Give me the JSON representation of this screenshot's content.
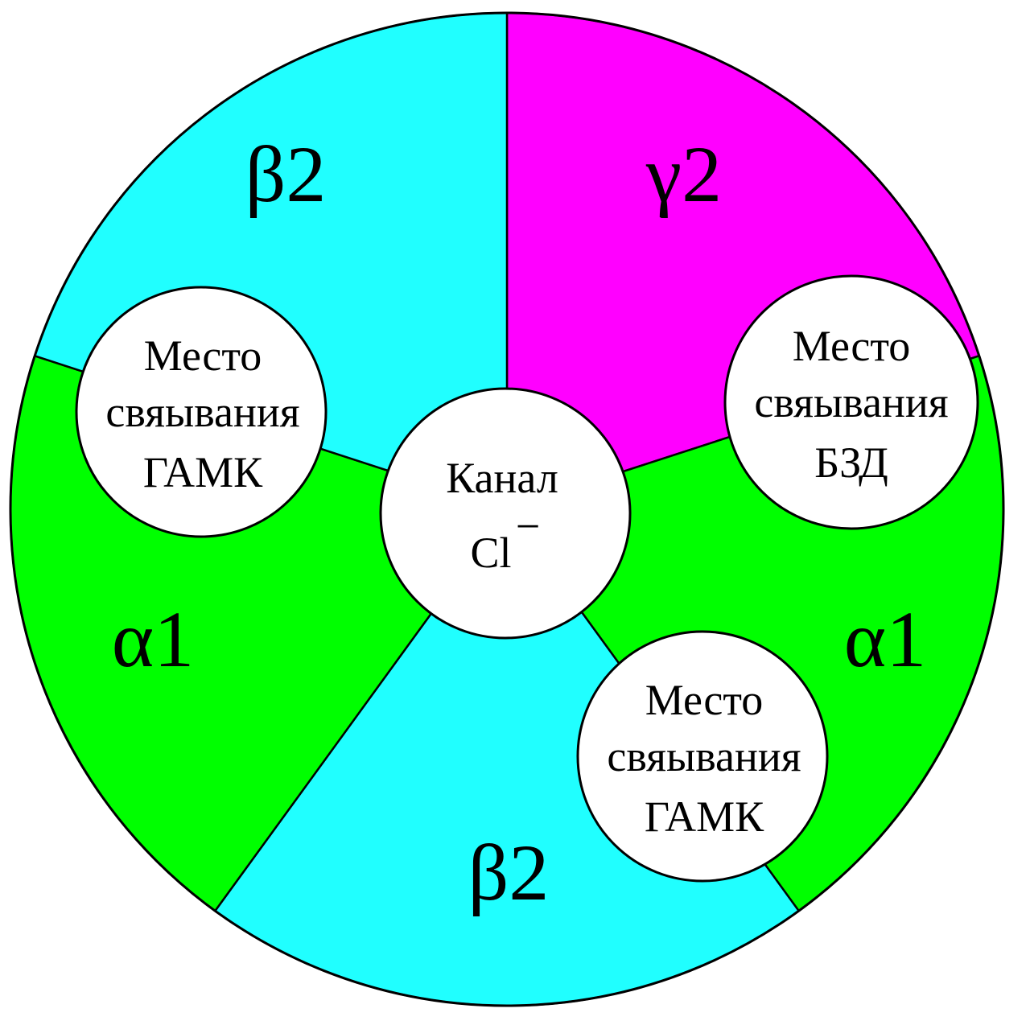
{
  "segments": [
    {
      "label": "γ2",
      "color": "#FF00FF"
    },
    {
      "label": "α1",
      "color": "#00FF00"
    },
    {
      "label": "β2",
      "color": "#20FFFF"
    },
    {
      "label": "α1",
      "color": "#00FF00"
    },
    {
      "label": "β2",
      "color": "#20FFFF"
    }
  ],
  "center": {
    "line1": "Канал",
    "line2": "Cl",
    "superscript": "−"
  },
  "sites": [
    {
      "line1": "Место",
      "line2": "свяывания",
      "line3": "ГАМК"
    },
    {
      "line1": "Место",
      "line2": "свяывания",
      "line3": "БЗД"
    },
    {
      "line1": "Место",
      "line2": "свяывания",
      "line3": "ГАМК"
    }
  ]
}
